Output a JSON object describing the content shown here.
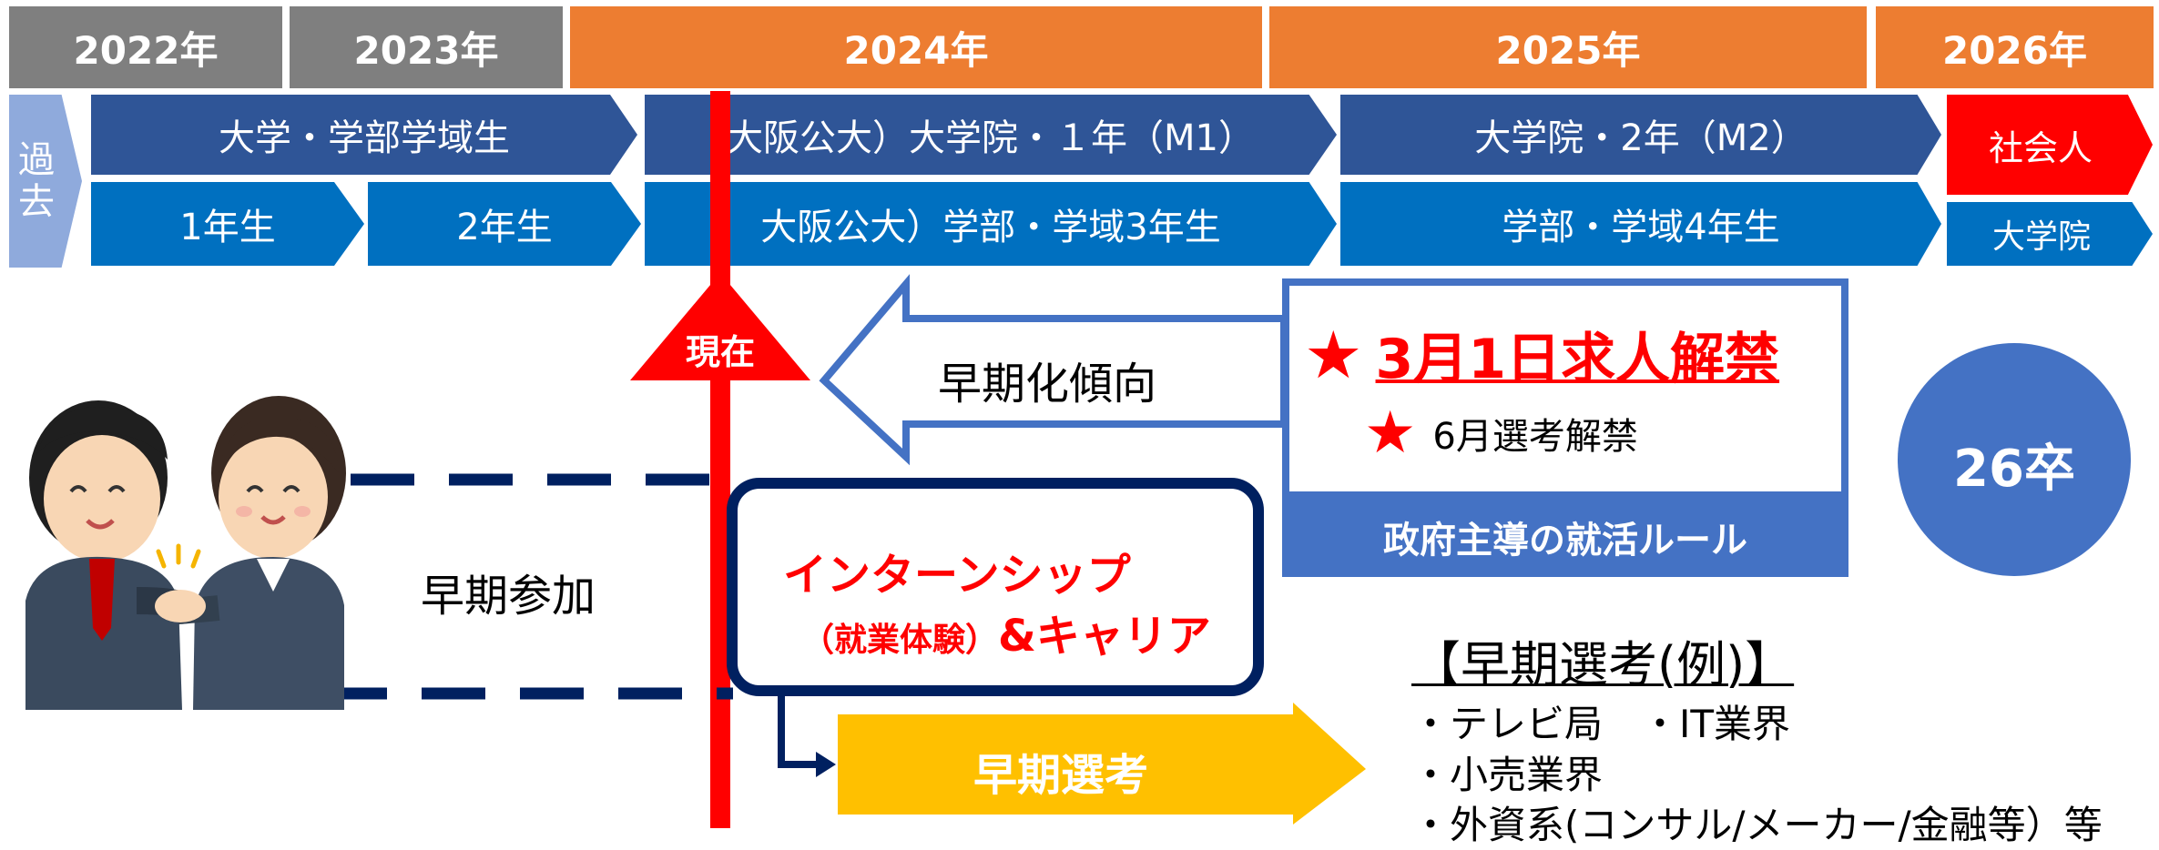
{
  "years": [
    "2022年",
    "2023年",
    "2024年",
    "2025年",
    "2026年"
  ],
  "past_label": [
    "過",
    "去"
  ],
  "rows": {
    "undergrad": "大学・学部学域生",
    "year1": "1年生",
    "year2": "2年生",
    "grad_m1": "大阪公大）大学院・１年（M1）",
    "undergrad_y3": "大阪公大）学部・学域3年生",
    "grad_m2": "大学院・2年（M2）",
    "undergrad_y4": "学部・学域4年生",
    "working": "社会人",
    "graduate_school": "大学院"
  },
  "now_label": "現在",
  "trend_label": "早期化傾向",
  "rules": {
    "main": "3月1日求人解禁",
    "sub": "6月選考解禁",
    "footer": "政府主導の就活ルール"
  },
  "class_badge": "26卒",
  "early_participation": "早期参加",
  "internship": {
    "line1": "インターンシップ",
    "line2_small": "（就業体験）",
    "line2_big": "&キャリア"
  },
  "early_selection": "早期選考",
  "examples": {
    "title": "【早期選考(例)】",
    "lines": [
      "・テレビ局　・IT業界",
      "・小売業界",
      "・外資系(コンサル/メーカー/金融等）等"
    ]
  },
  "colors": {
    "gray": "#7f7f7f",
    "orange": "#ed7d31",
    "dark_blue": "#2f5597",
    "blue": "#0070c0",
    "red": "#ff0000",
    "badge_blue": "#4472c4",
    "navy": "#002060",
    "yellow": "#ffc000",
    "pale_blue": "#8faadc"
  },
  "icons": [
    "star-icon",
    "handshake-illustration"
  ]
}
